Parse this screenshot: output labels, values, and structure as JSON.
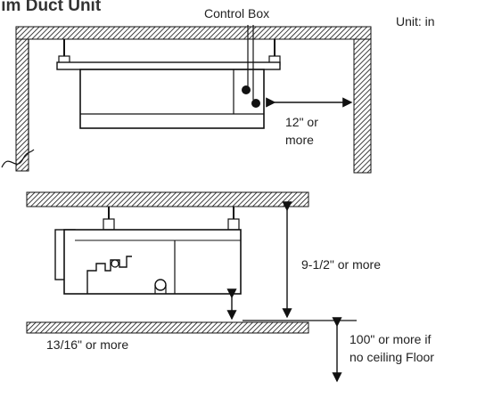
{
  "title": "lim Duct Unit",
  "labels": {
    "control_box": "Control Box",
    "unit": "Unit: in",
    "side_clearance_1": "12\" or",
    "side_clearance_2": "more",
    "height_clearance": "9-1/2\" or more",
    "bottom_clearance": "13/16\" or more",
    "floor_clearance_1": "100\" or more if",
    "floor_clearance_2": "no ceiling Floor"
  },
  "colors": {
    "line": "#111111",
    "text": "#222222",
    "title": "#333333"
  }
}
